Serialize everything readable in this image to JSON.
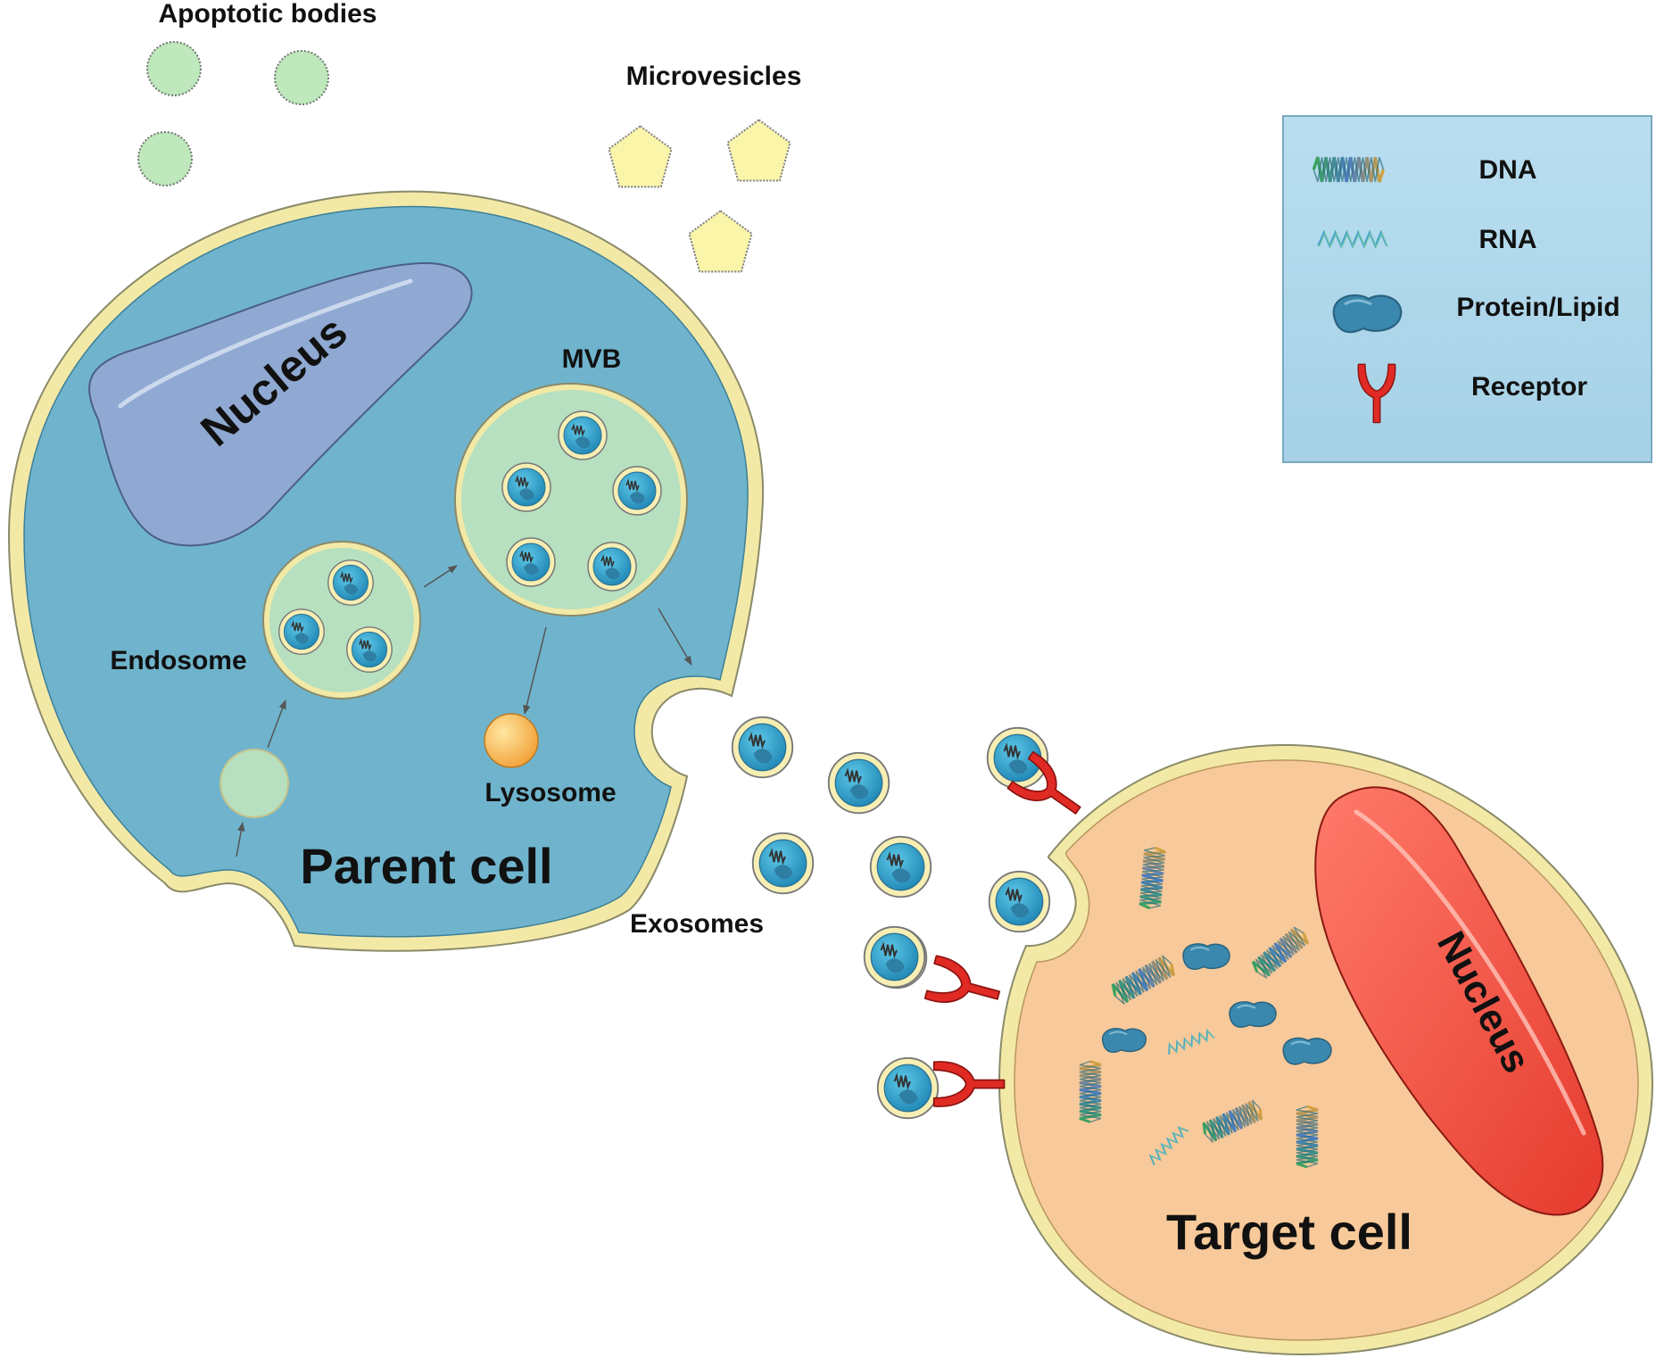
{
  "labels": {
    "apoptotic_bodies": "Apoptotic bodies",
    "microvesicles": "Microvesicles",
    "parent_nucleus": "Nucleus",
    "mvb": "MVB",
    "endosome": "Endosome",
    "lysosome": "Lysosome",
    "parent_cell": "Parent cell",
    "exosomes": "Exosomes",
    "target_nucleus": "Nucleus",
    "target_cell": "Target cell"
  },
  "legend": {
    "items": [
      {
        "icon": "dna-icon",
        "label": "DNA"
      },
      {
        "icon": "rna-icon",
        "label": "RNA"
      },
      {
        "icon": "protein-lipid-icon",
        "label": "Protein/Lipid"
      },
      {
        "icon": "receptor-icon",
        "label": "Receptor"
      }
    ]
  },
  "colors": {
    "parent_cytoplasm": "#6fb4cc",
    "membrane": "#f3e9a6",
    "target_cytoplasm": "#f8c99a",
    "parent_nucleus": "#8fa9d3",
    "target_nucleus": "#f2574b",
    "vesicle_green": "#b6e0bf",
    "microvesicle_yellow": "#fbf3a8",
    "receptor_red": "#e02a24",
    "protein_blue": "#3a88ad",
    "legend_bg": "#aad5e8"
  }
}
